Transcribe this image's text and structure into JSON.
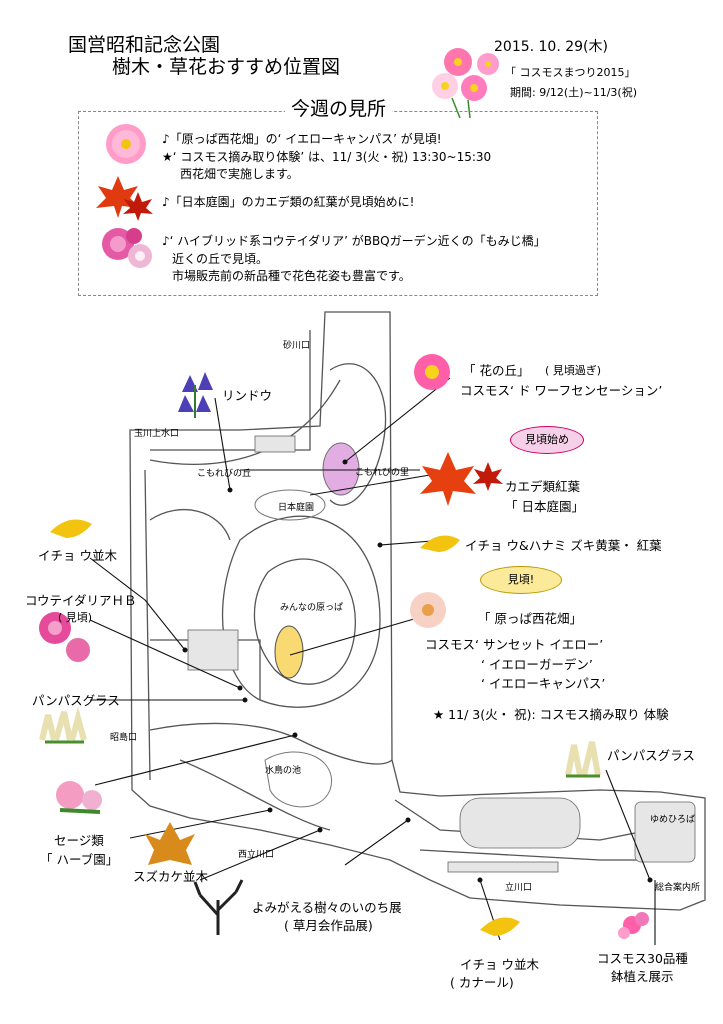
{
  "header": {
    "title_line1": "国営昭和記念公園",
    "title_line2": "樹木・草花おすすめ位置図",
    "date": "2015. 10. 29(木)",
    "event": "「 コスモスまつり2015」",
    "period": "期間: 9/12(土)~11/3(祝)"
  },
  "highlights": {
    "heading": "今週の見所",
    "items": [
      "♪「原っぱ西花畑」の‘ イエローキャンパス’ が見頃!",
      "★‘ コスモス摘み取り体験’ は、11/ 3(火・祝) 13:30~15:30",
      "西花畑で実施します。",
      "♪「日本庭園」のカエデ類の紅葉が見頃始めに!",
      "♪‘ ハイブリッド系コウテイダリア’ がBBQガーデン近くの「もみじ橋」",
      "近くの丘で見頃。",
      "市場販売前の新品種で花色花姿も豊富です。"
    ]
  },
  "map": {
    "places": {
      "sunagawa": "砂川口",
      "tamagawa": "玉川上水口",
      "kodomo": "こもれびの丘",
      "komorebi_sato": "こもれびの里",
      "nihon_teien": "日本庭園",
      "minna": "みんなの原っぱ",
      "akishima": "昭島口",
      "mizutori": "水鳥の池",
      "nishitachikawa": "西立川口",
      "tachikawa": "立川口",
      "yume": "ゆめひろば",
      "info": "総合案内所"
    },
    "callouts": {
      "rindou": "リンドウ",
      "hananooka_title": "「 花の丘」",
      "hananooka_status": "( 見頃過ぎ)",
      "hananooka_cosmos": "コスモス‘ ド ワーフセンセーション’",
      "kaede_cloud": "見頃始め",
      "kaede1": "カエデ類紅葉",
      "kaede2": "「 日本庭園」",
      "icho_hanamizuki": "イチョ ウ&ハナミ ズキ黄葉・ 紅葉",
      "nishi_cloud": "見頃!",
      "nishi_title": "「 原っぱ西花畑」",
      "cosmos1": "コスモス‘ サンセット イエロー’",
      "cosmos2": "‘ イエローガーデン’",
      "cosmos3": "‘ イエローキャンパス’",
      "tsumitori": "★ 11/ 3(火・ 祝): コスモス摘み取り 体験",
      "icho_namiki": "イチョ ウ並木",
      "dahlia1": "コウテイダリアＨＢ",
      "dahlia2": "( 見頃)",
      "pampas_left": "パンパスグラス",
      "pampas_right": "パンパスグラス",
      "sage1": "セージ類",
      "sage2": "「 ハーブ園」",
      "suzukake": "スズカケ並木",
      "yomigaeru1": "よみがえる樹々のいのち展",
      "yomigaeru2": "( 草月会作品展)",
      "icho_canal1": "イチョ ウ並木",
      "icho_canal2": "( カナール)",
      "cosmos30_1": "コスモス30品種",
      "cosmos30_2": "鉢植え展示"
    }
  },
  "colors": {
    "cosmos_pink": "#ff6fa8",
    "maple_red": "#e83b10",
    "ginkgo_yellow": "#f2c40f",
    "dahlia_pink": "#e64a9a",
    "map_line": "#555555"
  }
}
